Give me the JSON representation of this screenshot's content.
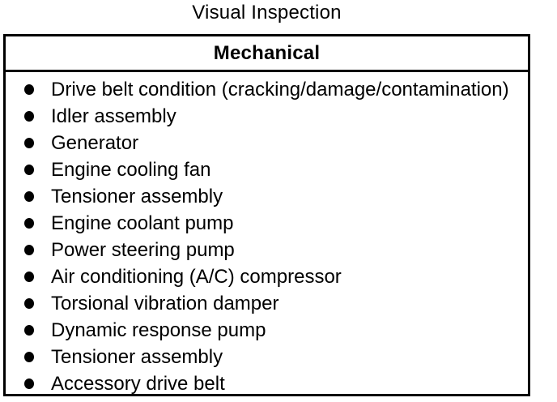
{
  "page": {
    "title": "Visual Inspection"
  },
  "panel": {
    "header": "Mechanical",
    "items": [
      "Drive belt condition (cracking/damage/contamination)",
      "Idler assembly",
      "Generator",
      "Engine cooling fan",
      "Tensioner assembly",
      "Engine coolant pump",
      "Power steering pump",
      "Air conditioning (A/C) compressor",
      "Torsional vibration damper",
      "Dynamic response pump",
      "Tensioner assembly",
      "Accessory drive belt"
    ],
    "colors": {
      "border": "#000000",
      "text": "#000000",
      "background": "#ffffff"
    }
  }
}
